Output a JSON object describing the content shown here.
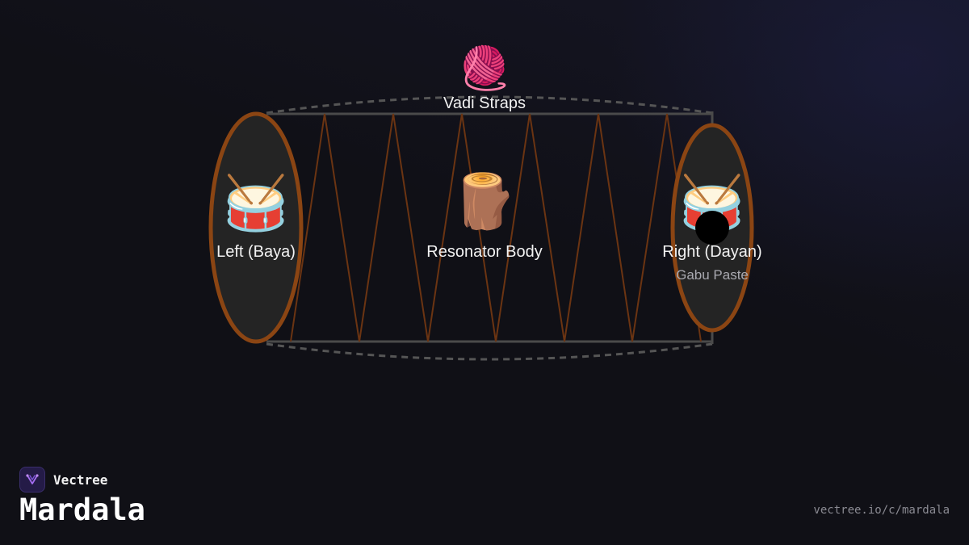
{
  "diagram": {
    "labels": {
      "straps": "Vadi Straps",
      "body": "Resonator Body",
      "left_head": "Left (Baya)",
      "right_head": "Right (Dayan)",
      "paste": "Gabu Paste"
    },
    "icons": {
      "straps": "🧶",
      "body": "🪵",
      "left_head": "🥁",
      "right_head": "🥁"
    },
    "icon_names": {
      "straps": "yarn-icon",
      "body": "wood-log-icon",
      "drum": "drum-icon"
    },
    "colors": {
      "head_rim": "#8b4513",
      "head_fill": "#242424",
      "lacing": "#6b3412",
      "frame": "#4a4a4a",
      "paste": "#000000"
    }
  },
  "footer": {
    "brand": "Vectree",
    "title": "Mardala",
    "url": "vectree.io/c/mardala"
  }
}
